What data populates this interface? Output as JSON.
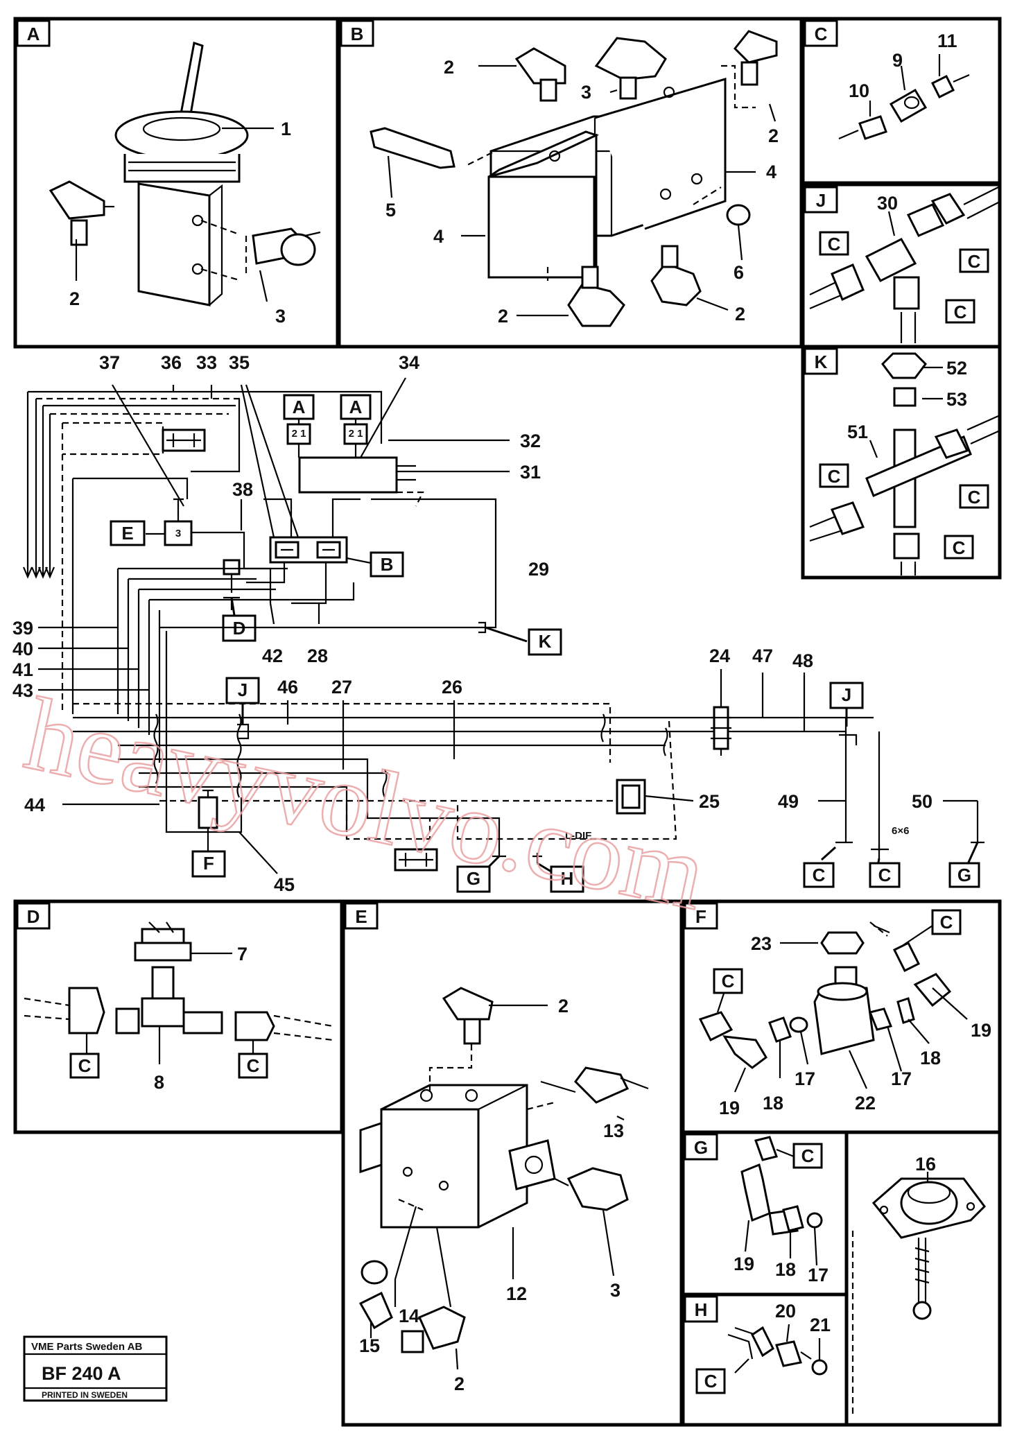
{
  "panels": {
    "A": "A",
    "B": "B",
    "C": "C",
    "J": "J",
    "K": "K",
    "D": "D",
    "E": "E",
    "F": "F",
    "G": "G",
    "H": "H"
  },
  "callouts": {
    "n1": "1",
    "n2": "2",
    "n3": "3",
    "n4": "4",
    "n5": "5",
    "n6": "6",
    "n7": "7",
    "n8": "8",
    "n9": "9",
    "n10": "10",
    "n11": "11",
    "n12": "12",
    "n13": "13",
    "n14": "14",
    "n15": "15",
    "n16": "16",
    "n17": "17",
    "n18": "18",
    "n19": "19",
    "n20": "20",
    "n21": "21",
    "n22": "22",
    "n23": "23",
    "n24": "24",
    "n25": "25",
    "n26": "26",
    "n27": "27",
    "n28": "28",
    "n29": "29",
    "n30": "30",
    "n31": "31",
    "n32": "32",
    "n33": "33",
    "n34": "34",
    "n35": "35",
    "n36": "36",
    "n37": "37",
    "n38": "38",
    "n39": "39",
    "n40": "40",
    "n41": "41",
    "n42": "42",
    "n43": "43",
    "n44": "44",
    "n45": "45",
    "n46": "46",
    "n47": "47",
    "n48": "48",
    "n49": "49",
    "n50": "50",
    "n51": "51",
    "n52": "52",
    "n53": "53"
  },
  "ref_tags": {
    "C": "C",
    "A": "A",
    "B": "B",
    "D": "D",
    "E": "E",
    "F": "F",
    "G": "G",
    "H": "H",
    "J": "J",
    "K": "K"
  },
  "schematic_text": {
    "size": "6×6",
    "dif": "L-DIF",
    "valve_a": "3",
    "valve_b": "2 1"
  },
  "stamp": {
    "company": "VME Parts Sweden AB",
    "code": "BF 240 A",
    "printed": "PRINTED IN SWEDEN"
  },
  "watermark": "heavyvolvo.com"
}
